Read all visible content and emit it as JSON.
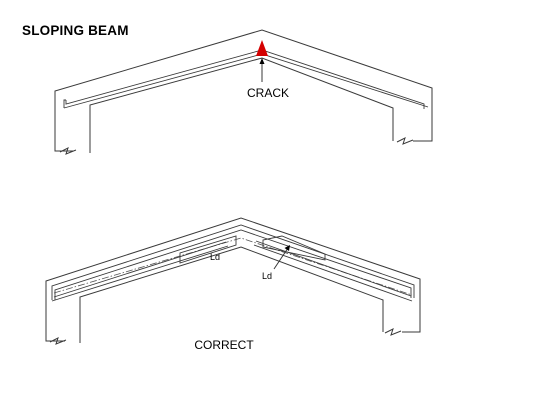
{
  "title": "SLOPING BEAM",
  "top_diagram": {
    "crack_label": "CRACK",
    "crack_marker_color": "#d40000"
  },
  "bottom_diagram": {
    "caption": "CORRECT",
    "ld_label_left": "Ld",
    "ld_label_right": "Ld"
  }
}
